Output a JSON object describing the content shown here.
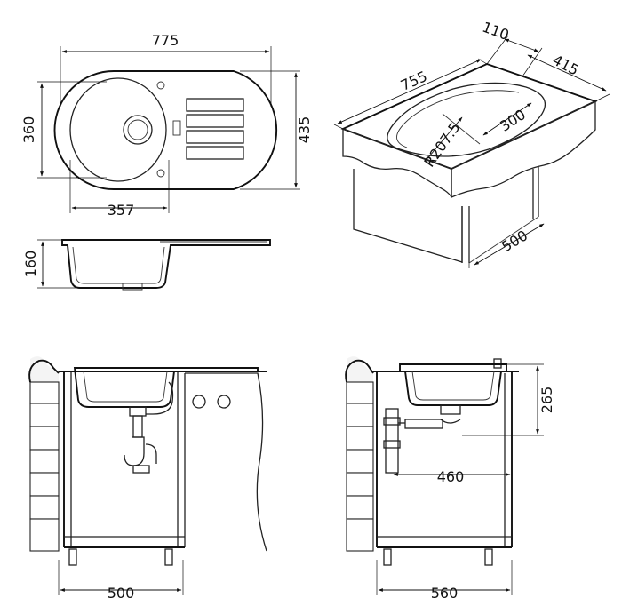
{
  "top_view": {
    "overall_width": "775",
    "overall_depth": "435",
    "bowl_depth": "360",
    "bowl_width": "357"
  },
  "side_view": {
    "bowl_height": "160"
  },
  "iso_view": {
    "length": "755",
    "rim_width": "110",
    "depth": "415",
    "bowl_length": "300",
    "bowl_radius": "R207.5",
    "cabinet_depth": "500"
  },
  "front_install": {
    "cabinet_width": "500"
  },
  "side_install": {
    "height": "265",
    "drain_offset": "460",
    "cabinet_depth": "560"
  },
  "colors": {
    "line": "#222222",
    "background": "#ffffff"
  }
}
